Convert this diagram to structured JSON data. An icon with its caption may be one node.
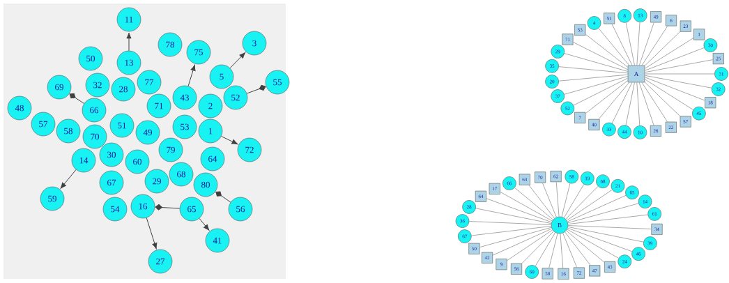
{
  "diagram": {
    "nodes": [
      {
        "text": [
          "11"
        ]
      },
      {
        "text": [
          "78"
        ]
      },
      {
        "text": [
          "50"
        ]
      },
      {
        "text": [
          "13"
        ]
      },
      {
        "text": [
          "3"
        ]
      },
      {
        "text": [
          "75"
        ]
      },
      {
        "text": [
          "5"
        ]
      },
      {
        "text": [
          "55"
        ]
      },
      {
        "text": [
          "52"
        ]
      },
      {
        "text": [
          "32"
        ]
      },
      {
        "text": [
          "28"
        ]
      },
      {
        "text": [
          "77"
        ]
      },
      {
        "text": [
          "48"
        ]
      },
      {
        "text": [
          "57"
        ]
      },
      {
        "text": [
          "69"
        ]
      },
      {
        "text": [
          "66"
        ]
      },
      {
        "text": [
          "71"
        ]
      },
      {
        "text": [
          "43"
        ]
      },
      {
        "text": [
          "2"
        ]
      },
      {
        "text": [
          "58"
        ]
      },
      {
        "text": [
          "70"
        ]
      },
      {
        "text": [
          "51"
        ]
      },
      {
        "text": [
          "49"
        ]
      },
      {
        "text": [
          "53"
        ]
      },
      {
        "text": [
          "1"
        ]
      },
      {
        "text": [
          "72"
        ]
      },
      {
        "text": [
          "14"
        ]
      },
      {
        "text": [
          "30"
        ]
      },
      {
        "text": [
          "79"
        ]
      },
      {
        "text": [
          "59"
        ]
      },
      {
        "text": [
          "60"
        ]
      },
      {
        "text": [
          "64"
        ]
      },
      {
        "text": [
          "29"
        ]
      },
      {
        "text": [
          "68"
        ]
      },
      {
        "text": [
          "67"
        ]
      },
      {
        "text": [
          "16"
        ]
      },
      {
        "text": [
          "54"
        ]
      },
      {
        "text": [
          "80"
        ]
      },
      {
        "text": [
          "65"
        ]
      },
      {
        "text": [
          "56"
        ]
      },
      {
        "text": [
          "41"
        ]
      },
      {
        "text": [
          "27"
        ]
      },
      {
        "text": [
          "A"
        ]
      },
      {
        "text": [
          "53"
        ]
      },
      {
        "text": [
          "51"
        ]
      },
      {
        "text": [
          "13"
        ]
      },
      {
        "text": [
          "49"
        ]
      },
      {
        "text": [
          "6"
        ]
      },
      {
        "text": [
          "23"
        ]
      },
      {
        "text": [
          "1"
        ]
      },
      {
        "text": [
          "4"
        ]
      },
      {
        "text": [
          "8"
        ]
      },
      {
        "text": [
          "29"
        ]
      },
      {
        "text": [
          "71"
        ]
      },
      {
        "text": [
          "35"
        ]
      },
      {
        "text": [
          "20"
        ]
      },
      {
        "text": [
          "30"
        ]
      },
      {
        "text": [
          "25"
        ]
      },
      {
        "text": [
          "31"
        ]
      },
      {
        "text": [
          "37"
        ]
      },
      {
        "text": [
          "40"
        ]
      },
      {
        "text": [
          "7"
        ]
      },
      {
        "text": [
          "22"
        ]
      },
      {
        "text": [
          "18"
        ]
      },
      {
        "text": [
          "32"
        ]
      },
      {
        "text": [
          "52"
        ]
      },
      {
        "text": [
          "33"
        ]
      },
      {
        "text": [
          "44"
        ]
      },
      {
        "text": [
          "10"
        ]
      },
      {
        "text": [
          "57"
        ]
      },
      {
        "text": [
          "45"
        ]
      },
      {
        "text": [
          "26"
        ]
      },
      {
        "text": [
          "B"
        ]
      },
      {
        "text": [
          "62"
        ]
      },
      {
        "text": [
          "58"
        ]
      },
      {
        "text": [
          "68"
        ]
      },
      {
        "text": [
          "63"
        ]
      },
      {
        "text": [
          "70"
        ]
      },
      {
        "text": [
          "21"
        ]
      },
      {
        "text": [
          "19"
        ]
      },
      {
        "text": [
          "66"
        ]
      },
      {
        "text": [
          "14"
        ]
      },
      {
        "text": [
          "65"
        ]
      },
      {
        "text": [
          "64"
        ]
      },
      {
        "text": [
          "17"
        ]
      },
      {
        "text": [
          "61"
        ]
      },
      {
        "text": [
          "28"
        ]
      },
      {
        "text": [
          "34"
        ]
      },
      {
        "text": [
          "39"
        ]
      },
      {
        "text": [
          "46"
        ]
      },
      {
        "text": [
          "67"
        ]
      },
      {
        "text": [
          "36"
        ]
      },
      {
        "text": [
          "50"
        ]
      },
      {
        "text": [
          "9"
        ]
      },
      {
        "text": [
          "43"
        ]
      },
      {
        "text": [
          "24"
        ]
      },
      {
        "text": [
          "38"
        ]
      },
      {
        "text": [
          "72"
        ]
      },
      {
        "text": [
          "42"
        ]
      },
      {
        "text": [
          "47"
        ]
      },
      {
        "text": [
          "56"
        ]
      },
      {
        "text": [
          "16"
        ]
      },
      {
        "text": [
          "60"
        ]
      }
    ],
    "edges": [
      {
        "from": 3,
        "to": 0,
        "arrow": "to",
        "color": "#404040"
      },
      {
        "from": 6,
        "to": 4,
        "arrow": "to",
        "color": "#404040"
      },
      {
        "from": 8,
        "to": 7,
        "arrow": "other",
        "color": "#404040"
      },
      {
        "from": 35,
        "to": 41,
        "arrow": "to",
        "color": "#404040"
      },
      {
        "from": 38,
        "to": 40,
        "arrow": "to",
        "color": "#404040"
      },
      {
        "from": 26,
        "to": 29,
        "arrow": "to",
        "color": "#404040"
      },
      {
        "from": 15,
        "to": 14,
        "arrow": "other",
        "color": "#404040"
      },
      {
        "from": 39,
        "to": 37,
        "arrow": "other",
        "color": "#404040"
      },
      {
        "from": 38,
        "to": 35,
        "arrow": "other",
        "color": "#404040"
      },
      {
        "from": 24,
        "to": 25,
        "arrow": "to",
        "color": "#404040"
      },
      {
        "from": 17,
        "to": 5,
        "arrow": "to",
        "color": "#404040"
      },
      {
        "from": 42,
        "to": 43,
        "arrow": "none"
      },
      {
        "from": 42,
        "to": 44,
        "arrow": "none"
      },
      {
        "from": 42,
        "to": 45,
        "arrow": "none"
      },
      {
        "from": 42,
        "to": 46,
        "arrow": "none"
      },
      {
        "from": 42,
        "to": 47,
        "arrow": "none"
      },
      {
        "from": 42,
        "to": 48,
        "arrow": "none"
      },
      {
        "from": 42,
        "to": 49,
        "arrow": "none"
      },
      {
        "from": 42,
        "to": 50,
        "arrow": "none"
      },
      {
        "from": 42,
        "to": 51,
        "arrow": "none"
      },
      {
        "from": 42,
        "to": 52,
        "arrow": "none"
      },
      {
        "from": 42,
        "to": 53,
        "arrow": "none"
      },
      {
        "from": 42,
        "to": 54,
        "arrow": "none"
      },
      {
        "from": 42,
        "to": 55,
        "arrow": "none"
      },
      {
        "from": 42,
        "to": 56,
        "arrow": "none"
      },
      {
        "from": 42,
        "to": 57,
        "arrow": "none"
      },
      {
        "from": 42,
        "to": 58,
        "arrow": "none"
      },
      {
        "from": 42,
        "to": 59,
        "arrow": "none"
      },
      {
        "from": 42,
        "to": 60,
        "arrow": "none"
      },
      {
        "from": 42,
        "to": 61,
        "arrow": "none"
      },
      {
        "from": 42,
        "to": 62,
        "arrow": "none"
      },
      {
        "from": 42,
        "to": 63,
        "arrow": "none"
      },
      {
        "from": 42,
        "to": 64,
        "arrow": "none"
      },
      {
        "from": 42,
        "to": 65,
        "arrow": "none"
      },
      {
        "from": 42,
        "to": 66,
        "arrow": "none"
      },
      {
        "from": 42,
        "to": 67,
        "arrow": "none"
      },
      {
        "from": 42,
        "to": 68,
        "arrow": "none"
      },
      {
        "from": 42,
        "to": 69,
        "arrow": "none"
      },
      {
        "from": 42,
        "to": 70,
        "arrow": "none"
      },
      {
        "from": 42,
        "to": 71,
        "arrow": "none"
      },
      {
        "from": 72,
        "to": 73,
        "arrow": "none"
      },
      {
        "from": 72,
        "to": 74,
        "arrow": "none"
      },
      {
        "from": 72,
        "to": 75,
        "arrow": "none"
      },
      {
        "from": 72,
        "to": 76,
        "arrow": "none"
      },
      {
        "from": 72,
        "to": 77,
        "arrow": "none"
      },
      {
        "from": 72,
        "to": 78,
        "arrow": "none"
      },
      {
        "from": 72,
        "to": 79,
        "arrow": "none"
      },
      {
        "from": 72,
        "to": 80,
        "arrow": "none"
      },
      {
        "from": 72,
        "to": 81,
        "arrow": "none"
      },
      {
        "from": 72,
        "to": 82,
        "arrow": "none"
      },
      {
        "from": 72,
        "to": 83,
        "arrow": "none"
      },
      {
        "from": 72,
        "to": 84,
        "arrow": "none"
      },
      {
        "from": 72,
        "to": 85,
        "arrow": "none"
      },
      {
        "from": 72,
        "to": 86,
        "arrow": "none"
      },
      {
        "from": 72,
        "to": 87,
        "arrow": "none"
      },
      {
        "from": 72,
        "to": 88,
        "arrow": "none"
      },
      {
        "from": 72,
        "to": 89,
        "arrow": "none"
      },
      {
        "from": 72,
        "to": 90,
        "arrow": "none"
      },
      {
        "from": 72,
        "to": 91,
        "arrow": "none"
      },
      {
        "from": 72,
        "to": 92,
        "arrow": "none"
      },
      {
        "from": 72,
        "to": 93,
        "arrow": "none"
      },
      {
        "from": 72,
        "to": 94,
        "arrow": "none"
      },
      {
        "from": 72,
        "to": 95,
        "arrow": "none"
      },
      {
        "from": 72,
        "to": 96,
        "arrow": "none"
      },
      {
        "from": 72,
        "to": 97,
        "arrow": "none"
      },
      {
        "from": 72,
        "to": 98,
        "arrow": "none"
      },
      {
        "from": 72,
        "to": 99,
        "arrow": "none"
      },
      {
        "from": 72,
        "to": 100,
        "arrow": "none"
      },
      {
        "from": 72,
        "to": 101,
        "arrow": "none"
      },
      {
        "from": 72,
        "to": 102,
        "arrow": "none"
      }
    ]
  }
}
